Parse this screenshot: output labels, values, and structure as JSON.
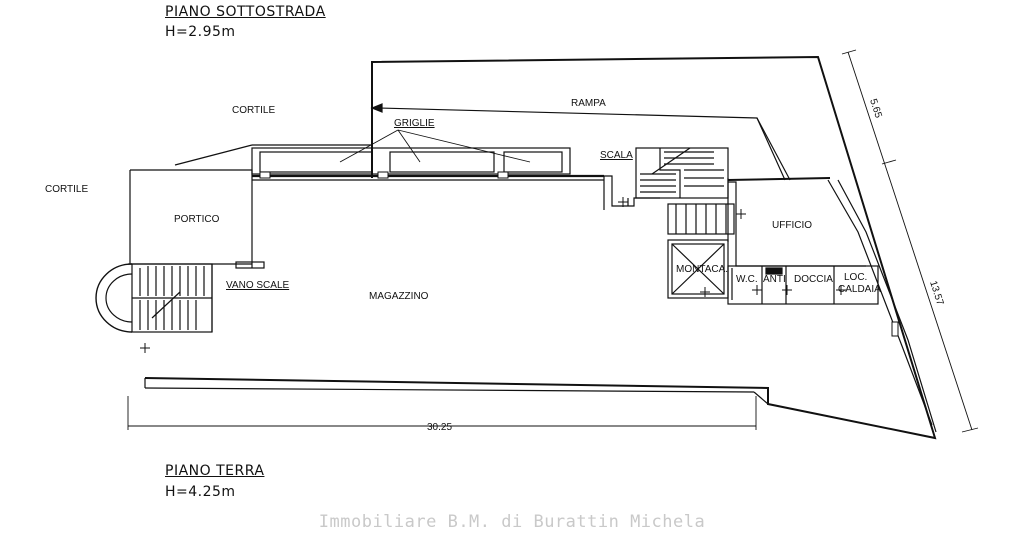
{
  "headers": {
    "top_title": "PIANO SOTTOSTRADA",
    "top_height": "H=2.95m",
    "bottom_title": "PIANO TERRA",
    "bottom_height": "H=4.25m"
  },
  "labels": {
    "cortile_top": "CORTILE",
    "cortile_left": "CORTILE",
    "rampa": "RAMPA",
    "griglie": "GRIGLIE",
    "scala": "SCALA",
    "portico": "PORTICO",
    "vano_scale": "VANO SCALE",
    "magazzino": "MAGAZZINO",
    "ufficio": "UFFICIO",
    "montacarichi": "MONTACA.",
    "wc": "W.C.",
    "anti": "ANTI",
    "doccia": "DOCCIA",
    "loc_caldaia_1": "LOC.",
    "loc_caldaia_2": "CALDAIA"
  },
  "dimensions": {
    "width_bottom": "30.25",
    "right_upper": "5.65",
    "right_total": "13.57"
  },
  "watermark": "Immobiliare B.M. di Burattin Michela"
}
